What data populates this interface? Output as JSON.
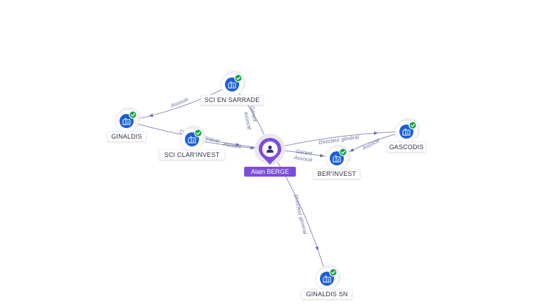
{
  "person": {
    "id": "alain",
    "name": "Alain BERGE"
  },
  "companies": [
    {
      "id": "sci_en_sarrade",
      "name": "SCI EN SARRADE",
      "icon": "building-icon",
      "verified": true
    },
    {
      "id": "ginaldis",
      "name": "GINALDIS",
      "icon": "building-icon",
      "verified": true
    },
    {
      "id": "sci_clar_invest",
      "name": "SCI CLAR'INVEST",
      "icon": "building-icon",
      "verified": true
    },
    {
      "id": "ber_invest",
      "name": "BER'INVEST",
      "icon": "building-icon",
      "verified": true
    },
    {
      "id": "gascodis",
      "name": "GASCODIS",
      "icon": "building-icon",
      "verified": true
    },
    {
      "id": "ginaldis_sn",
      "name": "GINALDIS SN",
      "icon": "building-icon",
      "verified": true
    }
  ],
  "edges": [
    {
      "from": "alain",
      "to": "sci_en_sarrade",
      "labels": [
        "Gérant",
        "Associé"
      ]
    },
    {
      "from": "sci_en_sarrade",
      "to": "ginaldis",
      "labels": [
        "Associé"
      ]
    },
    {
      "from": "ginaldis",
      "to": "alain",
      "labels": [
        "Directeur général"
      ]
    },
    {
      "from": "sci_clar_invest",
      "to": "alain",
      "labels": [
        "Associé"
      ]
    },
    {
      "from": "alain",
      "to": "ber_invest",
      "labels": [
        "Gérant",
        "Associé"
      ]
    },
    {
      "from": "alain",
      "to": "gascodis",
      "labels": [
        "Directeur général"
      ]
    },
    {
      "from": "gascodis",
      "to": "ber_invest",
      "labels": [
        "Associé"
      ]
    },
    {
      "from": "alain",
      "to": "ginaldis_sn",
      "labels": [
        "Directeur général"
      ]
    }
  ],
  "colors": {
    "company": "#1a5fd6",
    "verified": "#16a34a",
    "person": "#7c4ddb",
    "edge": "#8a8fb8"
  }
}
